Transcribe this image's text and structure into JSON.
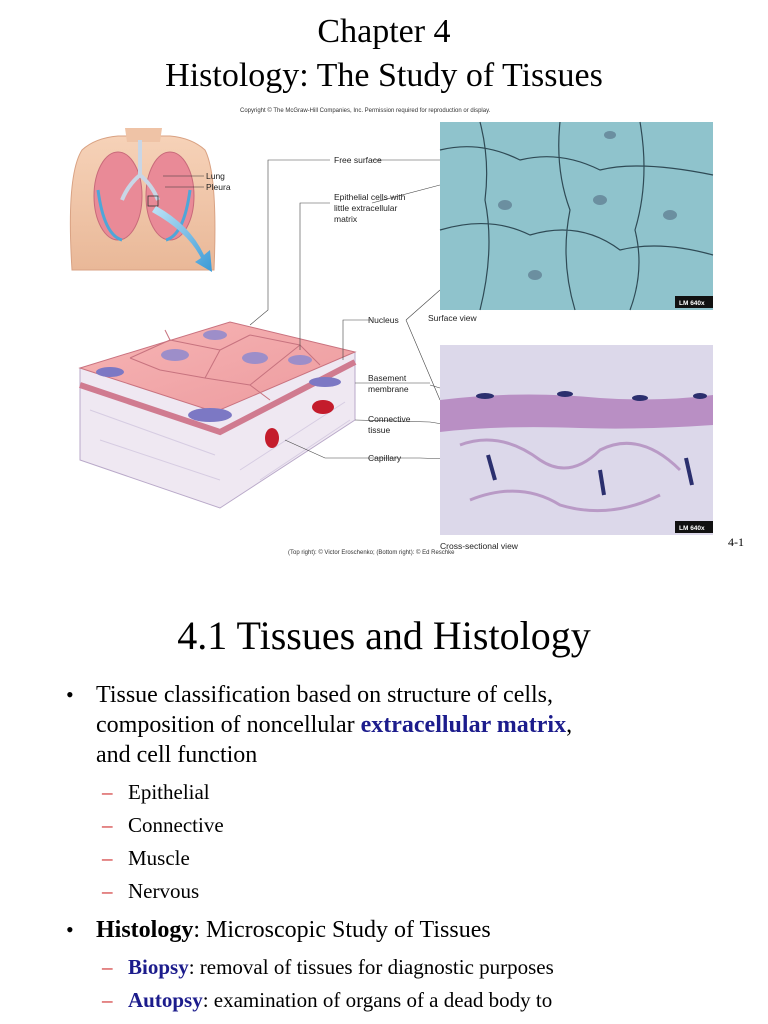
{
  "slide1": {
    "title_line1": "Chapter 4",
    "title_line2": "Histology:  The Study of Tissues",
    "copyright": "Copyright © The McGraw-Hill Companies, Inc. Permission required for reproduction or display.",
    "labels": {
      "lung": "Lung",
      "pleura": "Pleura",
      "free_surface": "Free surface",
      "epithelial_1": "Epithelial cells with",
      "epithelial_2": "little extracellular",
      "epithelial_3": "matrix",
      "nucleus": "Nucleus",
      "basement_1": "Basement",
      "basement_2": "membrane",
      "connective_1": "Connective",
      "connective_2": "tissue",
      "capillary": "Capillary",
      "surface_view": "Surface view",
      "cross_view": "Cross-sectional view",
      "lm1": "LM 640x",
      "lm2": "LM 640x",
      "credits": "(Top right): © Victor Eroschenko; (Bottom right): © Ed Reschke"
    },
    "page_number": "4-1"
  },
  "slide2": {
    "title": "4.1 Tissues and Histology",
    "bullet1": {
      "line1": "Tissue classification based on structure of cells,",
      "line2_pre": "composition of noncellular ",
      "line2_term": "extracellular matrix",
      "line2_post": ",",
      "line3": "and cell function"
    },
    "sub1": [
      "Epithelial",
      "Connective",
      "Muscle",
      "Nervous"
    ],
    "bullet2": {
      "term": "Histology",
      "rest": ": Microscopic Study of Tissues"
    },
    "sub2": [
      {
        "term": "Biopsy",
        "rest": ": removal of tissues for diagnostic purposes"
      },
      {
        "term": "Autopsy",
        "rest": ": examination of organs of a dead body to"
      }
    ]
  },
  "colors": {
    "term_highlight": "#1c1c8c",
    "dash": "#cc2222",
    "micrograph_surface": "#8fc3cc",
    "micrograph_cross": "#dcd8ea"
  }
}
